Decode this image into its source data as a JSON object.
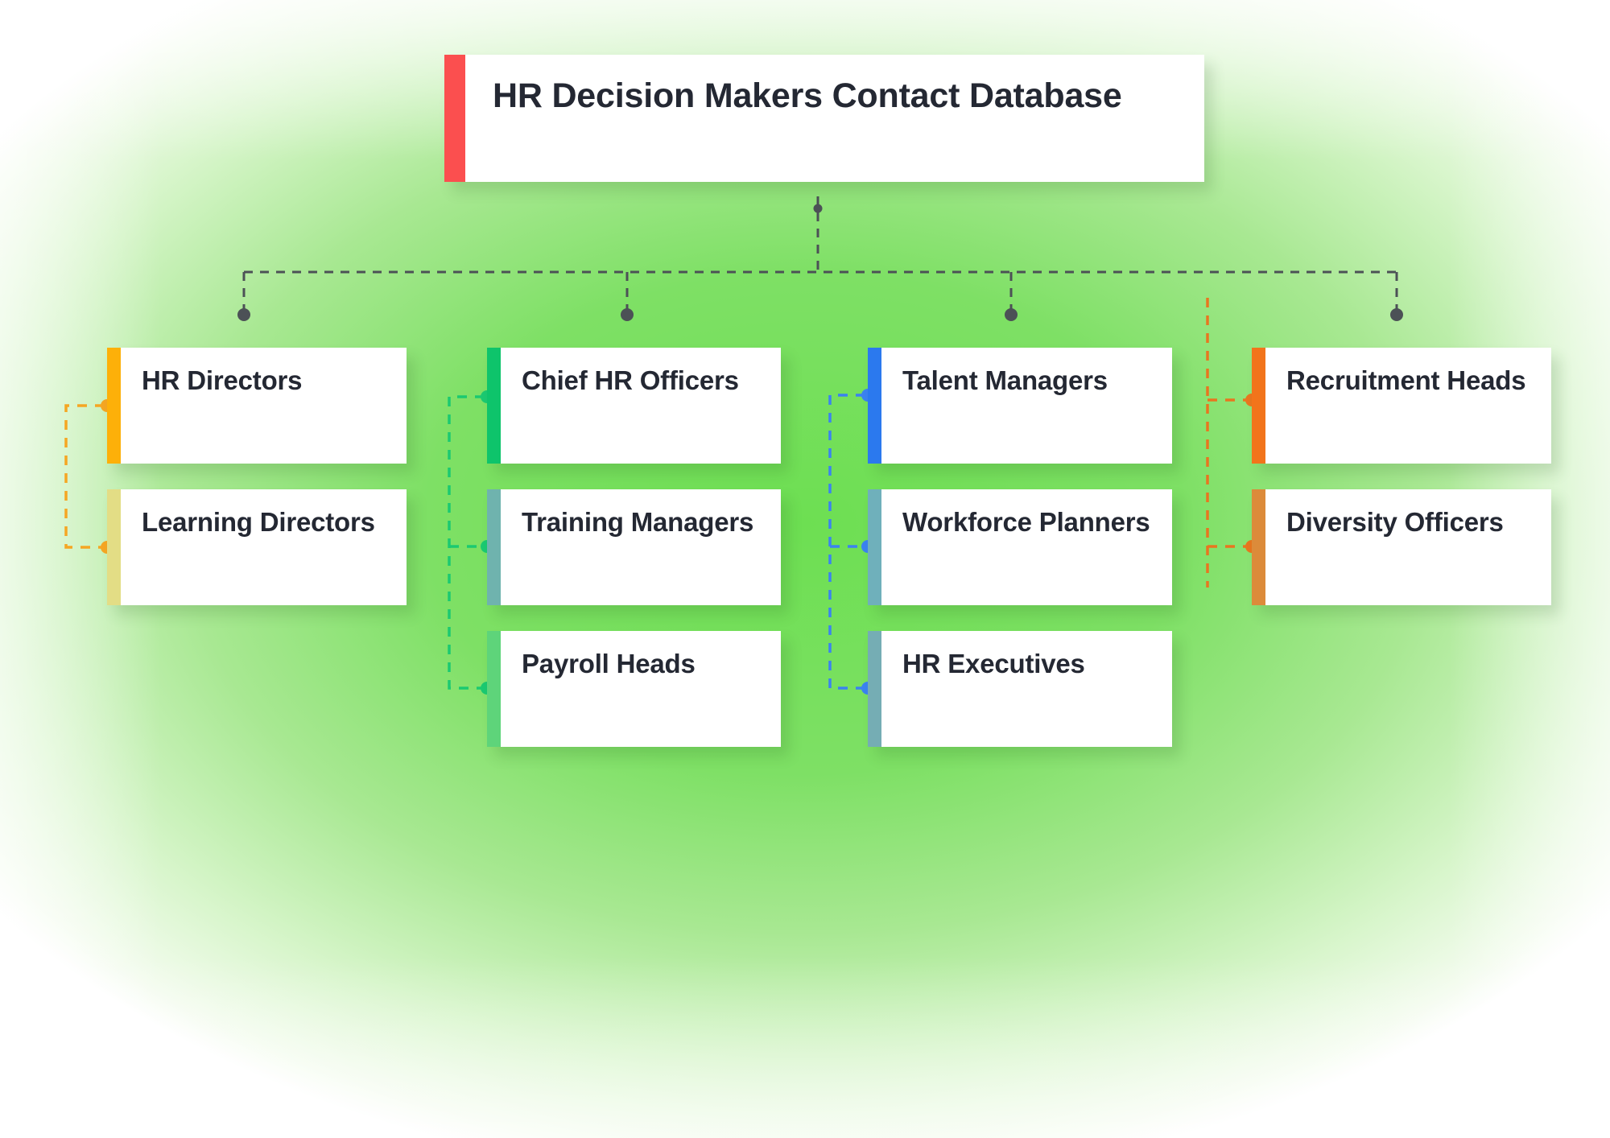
{
  "diagram": {
    "type": "organization-chart",
    "title": "HR Decision Makers Contact Database",
    "background_color": "#7ede62",
    "root": {
      "label": "HR Decision Makers Contact Database",
      "accent_color": "#fb4f4f"
    },
    "branches": [
      {
        "connector_color": "#f5a623",
        "nodes": [
          {
            "label": "HR Directors",
            "accent_color": "#fdb009"
          },
          {
            "label": "Learning Directors",
            "accent_color": "#e3dd85"
          }
        ]
      },
      {
        "connector_color": "#1bc971",
        "nodes": [
          {
            "label": "Chief HR Officers",
            "accent_color": "#0ec46b"
          },
          {
            "label": "Training Managers",
            "accent_color": "#6fb3ae"
          },
          {
            "label": "Payroll Heads",
            "accent_color": "#5ed47a"
          }
        ]
      },
      {
        "connector_color": "#3b82f0",
        "nodes": [
          {
            "label": "Talent Managers",
            "accent_color": "#2b79ee"
          },
          {
            "label": "Workforce Planners",
            "accent_color": "#6fb0bb"
          },
          {
            "label": "HR Executives",
            "accent_color": "#75adb4"
          }
        ]
      },
      {
        "connector_color": "#e8761f",
        "nodes": [
          {
            "label": "Recruitment Heads",
            "accent_color": "#f2741b"
          },
          {
            "label": "Diversity Officers",
            "accent_color": "#dc8b3a"
          }
        ]
      }
    ],
    "trunk_connector_color": "#4c5156"
  }
}
